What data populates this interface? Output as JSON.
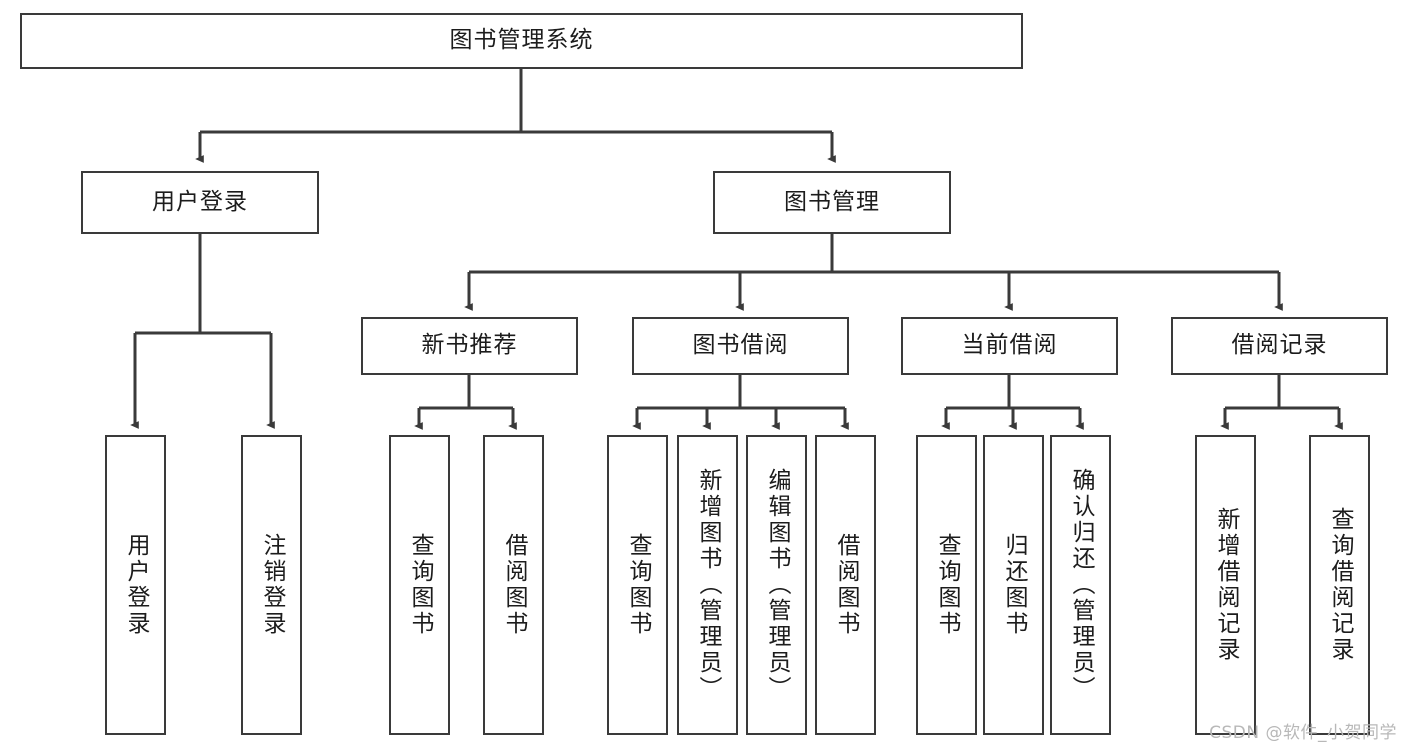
{
  "diagram": {
    "title": "图书管理系统",
    "type": "tree-hierarchy-chart",
    "colors": {
      "node_border": "#3a3a3a",
      "node_fill": "#ffffff",
      "edge": "#3a3a3a",
      "text": "#1c1c1c",
      "watermark": "#b8b8b8",
      "background": "#ffffff"
    },
    "root": {
      "label": "图书管理系统"
    },
    "level2": [
      {
        "label": "用户登录"
      },
      {
        "label": "图书管理"
      }
    ],
    "level3": [
      {
        "label": "新书推荐"
      },
      {
        "label": "图书借阅"
      },
      {
        "label": "当前借阅"
      },
      {
        "label": "借阅记录"
      }
    ],
    "leaves": {
      "user_login": [
        {
          "label": "用户登录"
        },
        {
          "label": "注销登录"
        }
      ],
      "new_book_recommend": [
        {
          "label": "查询图书"
        },
        {
          "label": "借阅图书"
        }
      ],
      "book_borrow": [
        {
          "label": "查询图书"
        },
        {
          "label": "新增图书（管理员）"
        },
        {
          "label": "编辑图书（管理员）"
        },
        {
          "label": "借阅图书"
        }
      ],
      "current_borrow": [
        {
          "label": "查询图书"
        },
        {
          "label": "归还图书"
        },
        {
          "label": "确认归还（管理员）"
        }
      ],
      "borrow_record": [
        {
          "label": "新增借阅记录"
        },
        {
          "label": "查询借阅记录"
        }
      ]
    }
  },
  "watermark": {
    "text": "CSDN @软件_小贺同学"
  }
}
